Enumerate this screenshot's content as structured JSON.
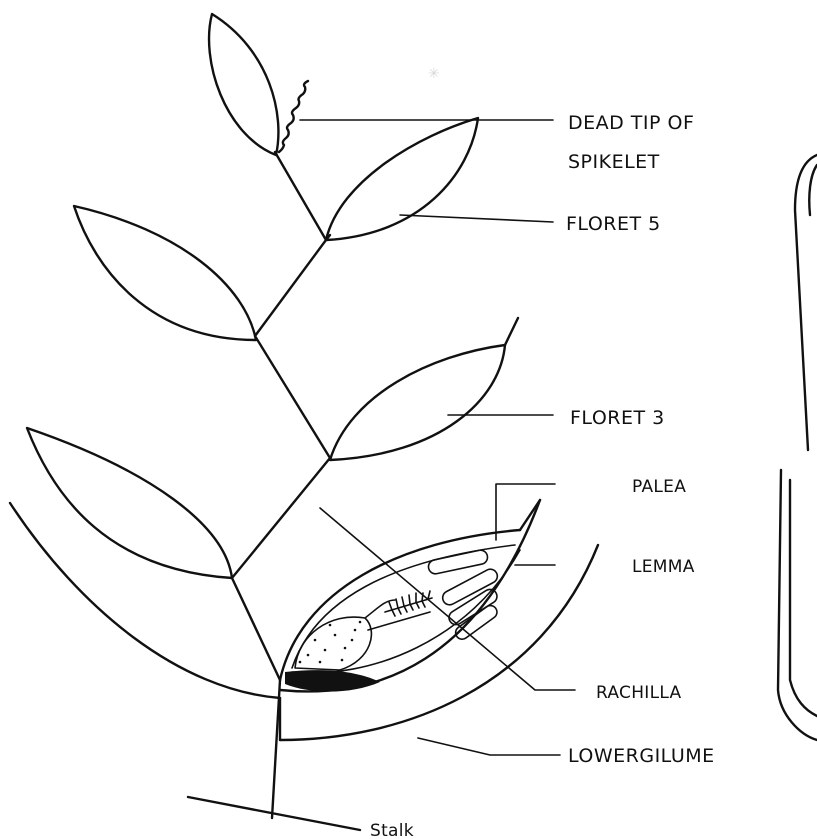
{
  "diagram": {
    "labels": {
      "dead_tip_line1": "DEAD TIP OF",
      "dead_tip_line2": "SPIKELET",
      "floret5": "FLORET 5",
      "floret3": "FLORET 3",
      "palea": "PALEA",
      "lemma": "LEMMA",
      "rachilla": "RACHILLA",
      "lower_glume": "LOWERGILUME",
      "stalk": "Stalk"
    },
    "colors": {
      "ink": "#111111",
      "paper": "#ffffff"
    }
  }
}
